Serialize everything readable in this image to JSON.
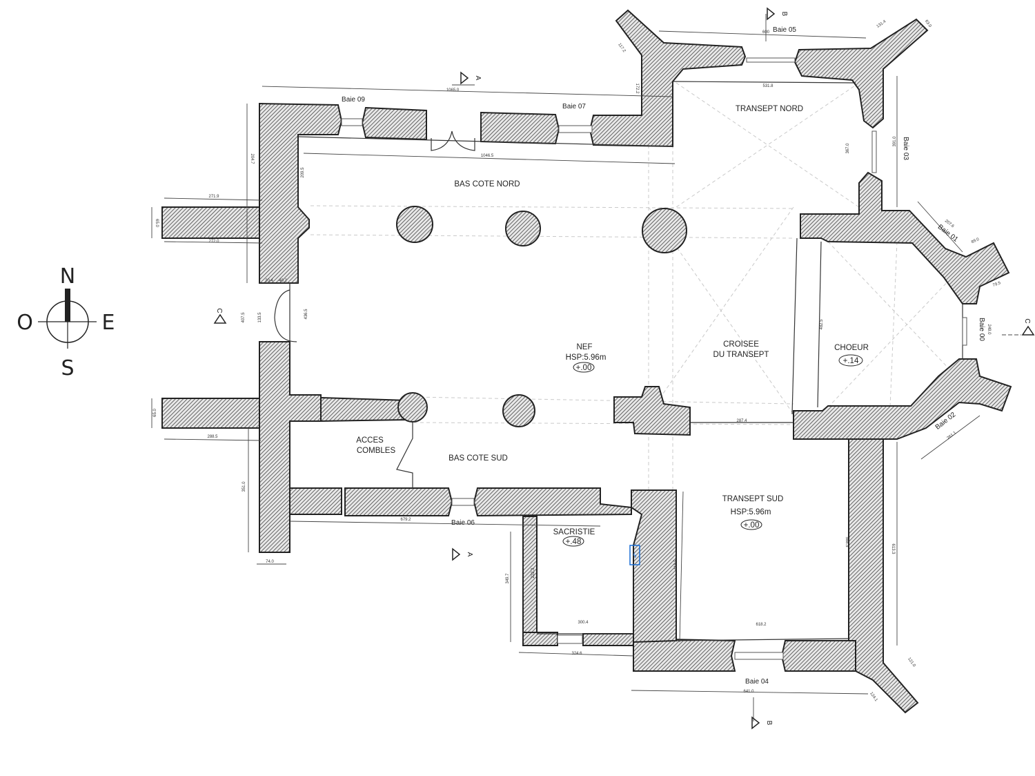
{
  "compass": {
    "north": "N",
    "south": "S",
    "east": "E",
    "west": "O"
  },
  "rooms": {
    "bas_cote_nord": "BAS COTE NORD",
    "nef": "NEF",
    "nef_height": "HSP:5.96m",
    "nef_level": "+.00",
    "croisee_1": "CROISEE",
    "croisee_2": "DU TRANSEPT",
    "choeur": "CHOEUR",
    "choeur_level": "+.14",
    "acces_1": "ACCES",
    "acces_2": "COMBLES",
    "bas_cote_sud": "BAS COTE SUD",
    "transept_nord": "TRANSEPT NORD",
    "transept_sud": "TRANSEPT SUD",
    "transept_sud_height": "HSP:5.96m",
    "transept_sud_level": "+.00",
    "sacristie": "SACRISTIE",
    "sacristie_level": "+.48"
  },
  "bays": [
    "Baie 05",
    "Baie 09",
    "Baie 07",
    "Baie 03",
    "Baie 01",
    "Baie 00",
    "Baie 02",
    "Baie 06",
    "Baie 04"
  ],
  "sections": [
    "A",
    "A",
    "B",
    "B",
    "C",
    "C"
  ],
  "dimensions": [
    "1065.0",
    "1046.5",
    "204.7",
    "209.5",
    "271.9",
    "65.0",
    "272.0",
    "20.4",
    "40.2",
    "407.5",
    "133.5",
    "436.5",
    "65.0",
    "288.5",
    "351.0",
    "74.0",
    "679.2",
    "349.7",
    "222.3",
    "300.4",
    "324.6",
    "416.5",
    "618.2",
    "588.5",
    "613.3",
    "641.0",
    "121.0",
    "124.1",
    "287.4",
    "482.5",
    "531.8",
    "367.0",
    "391.0",
    "600",
    "131.4",
    "63.0",
    "117.2",
    "172.2",
    "207.6",
    "89.0",
    "79.5",
    "249.0",
    "261.1"
  ],
  "colors": {
    "wall_outline": "#222222",
    "guide": "#c9c9c9",
    "electrical_symbol": "#1a6fd6"
  }
}
